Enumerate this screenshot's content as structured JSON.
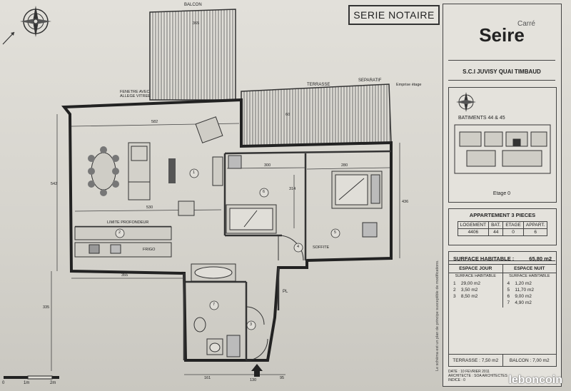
{
  "header": {
    "serie": "SERIE NOTAIRE"
  },
  "brand": {
    "carre": "Carré",
    "name": "Seire"
  },
  "sci": "S.C.I JUVISY QUAI TIMBAUD",
  "batiments": "BATIMENTS 44 & 45",
  "etage_label": "Etage 0",
  "appartement": {
    "title": "APPARTEMENT 3 PIECES",
    "headers": [
      "LOGEMENT",
      "BAT.",
      "ETAGE",
      "APPART."
    ],
    "values": [
      "4406",
      "44",
      "0",
      "6"
    ]
  },
  "surface": {
    "label": "SURFACE HABITABLE :",
    "value": "65,80 m2",
    "jour_header": "ESPACE JOUR",
    "nuit_header": "ESPACE NUIT",
    "sub_header": "SURFACE HABITABLE",
    "jour": [
      [
        "1",
        "29,00 m2"
      ],
      [
        "2",
        "3,50 m2"
      ],
      [
        "3",
        "8,50 m2"
      ]
    ],
    "nuit": [
      [
        "4",
        "1,20 m2"
      ],
      [
        "5",
        "11,70 m2"
      ],
      [
        "6",
        "9,00 m2"
      ],
      [
        "7",
        "4,90 m2"
      ]
    ],
    "terrasse": "TERRASSE : 7,50 m2",
    "balcon": "BALCON : 7,00 m2"
  },
  "footer": {
    "date": "DATE : 10 FEVRIER 2011",
    "architecte": "ARCHITECTE : SOA ARCHITECTES",
    "indice": "INDICE : 0"
  },
  "plan": {
    "balcon": "BALCON",
    "terrasse": "TERRASSE",
    "separatif": "SEPARATIF",
    "emprise": "Emprise étage",
    "fenetre": "FENETRE AVEC ALLEGE VITREE",
    "limite": "LIMITE PROFONDEUR",
    "soffite": "SOFFITE",
    "pl": "PL",
    "frigo": "FRIGO",
    "dims": {
      "d582": "582",
      "d530": "530",
      "d355": "355",
      "d300": "300",
      "d280": "280",
      "d314": "314",
      "d542": "542",
      "d436": "436",
      "d335": "335",
      "d161": "161",
      "d130": "130",
      "d95": "95",
      "d365": "365",
      "d60": "60"
    },
    "rooms": [
      "1",
      "2",
      "3",
      "4",
      "5",
      "6",
      "7"
    ]
  },
  "scale": {
    "s0": "0",
    "s1": "1m",
    "s2": "2m"
  },
  "watermark": "leboncoin",
  "legal_note": "Le schéma est un plan de principe susceptible de modifications."
}
